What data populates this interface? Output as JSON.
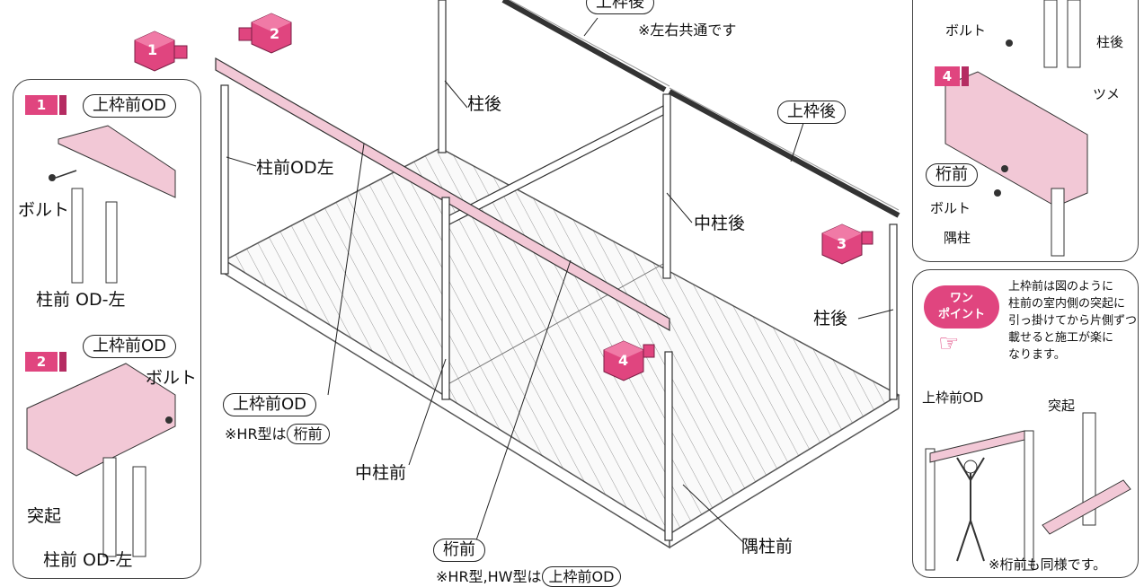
{
  "colors": {
    "accent": "#e0457f",
    "beam_pink": "#f2c8d6",
    "line": "#222222"
  },
  "main": {
    "top_label_cut": "上枠後",
    "top_note": "※左右共通です",
    "right_top_beam": "上枠後",
    "post_back": "柱後",
    "post_front_od_left": "柱前OD左",
    "middle_post_back": "中柱後",
    "post_back_right": "柱後",
    "upper_front_od": "上枠前OD",
    "hr_note_prefix": "※HR型は",
    "hr_note_boxed": "桁前",
    "middle_post_front": "中柱前",
    "girder_front": "桁前",
    "hr_hw_note_prefix": "※HR型,HW型は",
    "hr_hw_note_boxed": "上枠前OD",
    "corner_post_front": "隅柱前"
  },
  "steps": [
    {
      "num": "1",
      "icon": "cube-step-icon"
    },
    {
      "num": "2",
      "icon": "cube-step-icon"
    },
    {
      "num": "3",
      "icon": "cube-step-icon"
    },
    {
      "num": "4",
      "icon": "cube-step-icon"
    }
  ],
  "left_panel": {
    "step1_num": "1",
    "step1_part": "上枠前OD",
    "step1_bolt": "ボルト",
    "step1_post": "柱前 OD-左",
    "step2_num": "2",
    "step2_part": "上枠前OD",
    "step2_bolt": "ボルト",
    "step2_protrusion": "突起",
    "step2_post": "柱前 OD-左"
  },
  "right_top_panel": {
    "bolt_top": "ボルト",
    "post_back": "柱後",
    "step_num": "4",
    "claw": "ツメ",
    "girder": "桁前",
    "bolt": "ボルト",
    "corner_post": "隅柱"
  },
  "right_bottom_panel": {
    "badge": "ワン\nポイント",
    "tip": "上枠前は図のように\n柱前の室内側の突起に\n引っ掛けてから片側ずつ\n載せると施工が楽に\nなります。",
    "upper_front_od": "上枠前OD",
    "protrusion": "突起",
    "footnote": "※桁前も同様です。"
  }
}
